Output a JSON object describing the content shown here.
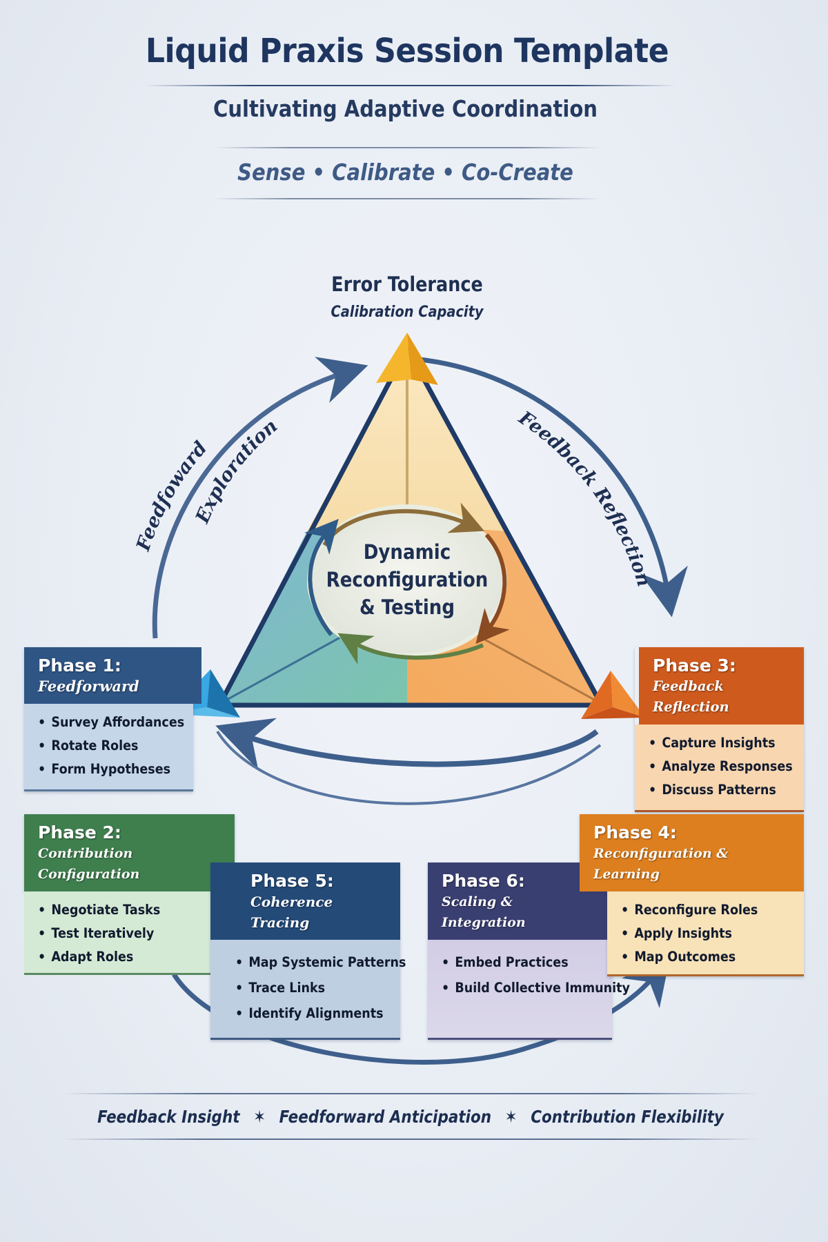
{
  "header": {
    "title": "Liquid Praxis Session Template",
    "subtitle": "Cultivating Adaptive Coordination",
    "tagline": "Sense • Calibrate • Co-Create"
  },
  "triangle": {
    "apex_title": "Error Tolerance",
    "apex_subtitle": "Calibration Capacity",
    "center_label": [
      "Dynamic",
      "Reconfiguration",
      "& Testing"
    ],
    "left_arc_label_outer": "Feedfoward",
    "left_arc_label_inner": "Exploration",
    "right_arc_label": "Feedback Reflection",
    "colors": {
      "apex": "#f2a921",
      "left": "#2b9ad9",
      "right": "#e2621c",
      "outline": "#1f3a66",
      "arrow": "#3e5f8c"
    }
  },
  "phases": [
    {
      "number_label": "Phase 1:",
      "name": "Feedforward",
      "items": [
        "Survey Affordances",
        "Rotate Roles",
        "Form Hypotheses"
      ],
      "header_color": "#2f5585",
      "body_color": "#c5d6e9"
    },
    {
      "number_label": "Phase 2:",
      "name": "Contribution Configuration",
      "items": [
        "Negotiate Tasks",
        "Test Iteratively",
        "Adapt Roles"
      ],
      "header_color": "#3f7f4e",
      "body_color": "#d5ead5"
    },
    {
      "number_label": "Phase 3:",
      "name": "Feedback Reflection",
      "items": [
        "Capture Insights",
        "Analyze Responses",
        "Discuss Patterns"
      ],
      "header_color": "#cf5a1d",
      "body_color": "#f7d6b0"
    },
    {
      "number_label": "Phase 4:",
      "name": "Reconfiguration & Learning",
      "items": [
        "Reconfigure Roles",
        "Apply Insights",
        "Map Outcomes"
      ],
      "header_color": "#dd7f1f",
      "body_color": "#f8e2b8"
    },
    {
      "number_label": "Phase 5:",
      "name": "Coherence Tracing",
      "items": [
        "Map Systemic Patterns",
        "Trace Links",
        "Identify Alignments"
      ],
      "header_color": "#244a78",
      "body_color": "#bfcfe2"
    },
    {
      "number_label": "Phase 6:",
      "name": "Scaling & Integration",
      "items": [
        "Embed Practices",
        "Build Collective Immunity"
      ],
      "header_color": "#3a3f72",
      "body_color": "#d6d2e6"
    }
  ],
  "footer": {
    "items": [
      "Feedback Insight",
      "Feedforward Anticipation",
      "Contribution Flexibility"
    ],
    "separator": "✶"
  }
}
